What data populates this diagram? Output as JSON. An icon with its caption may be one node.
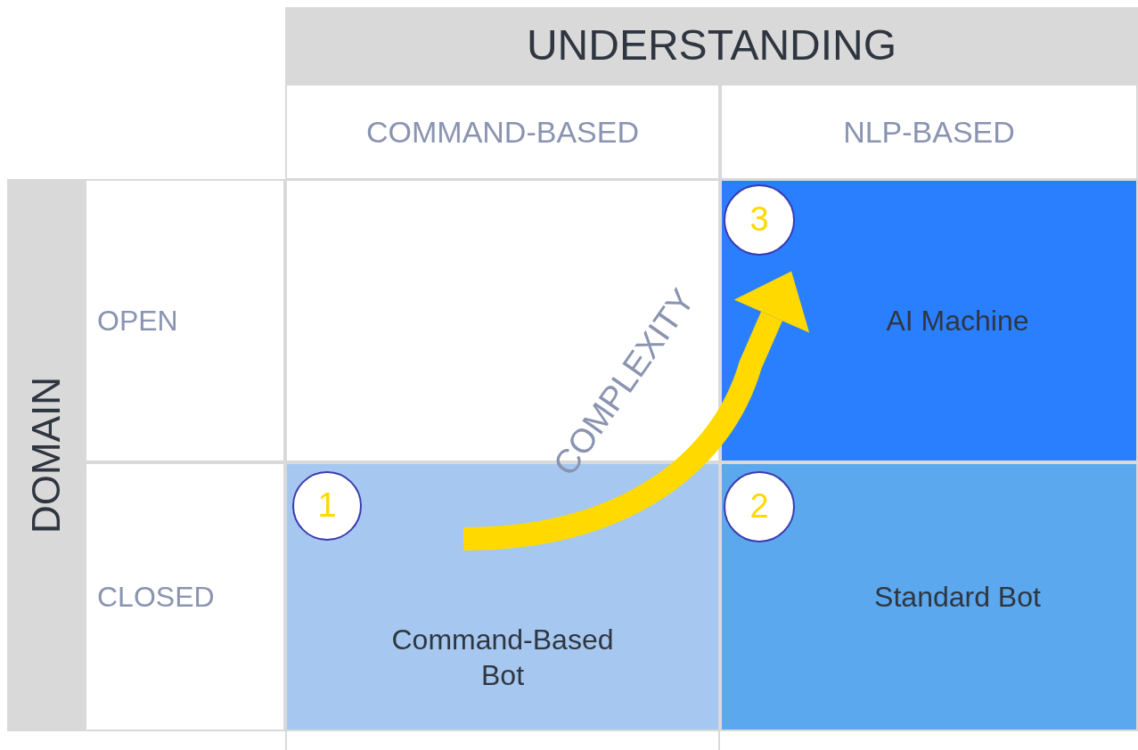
{
  "diagram": {
    "nodes": [
      {
        "text": [
          "UNDERSTANDING"
        ]
      },
      {
        "text": [
          "COMMAND-BASED"
        ]
      },
      {
        "text": [
          "NLP-BASED"
        ]
      },
      {
        "text": [
          "DOMAIN"
        ]
      },
      {
        "text": [
          "OPEN"
        ]
      },
      {
        "text": [],
        "shape": "box"
      },
      {
        "text": [
          "AI Machine"
        ]
      },
      {
        "text": [
          "3"
        ],
        "in": 6
      },
      {
        "text": [
          "CLOSED"
        ]
      },
      {
        "text": [
          "Command-Based Bot"
        ]
      },
      {
        "text": [
          "1"
        ],
        "in": 9
      },
      {
        "text": [
          "Standard Bot"
        ]
      },
      {
        "text": [
          "2"
        ],
        "in": 11
      }
    ],
    "edges": [
      {
        "from": null,
        "to": 7,
        "arrow": "to",
        "label": "COMPLEXITY",
        "color": "#ffd900"
      }
    ]
  }
}
